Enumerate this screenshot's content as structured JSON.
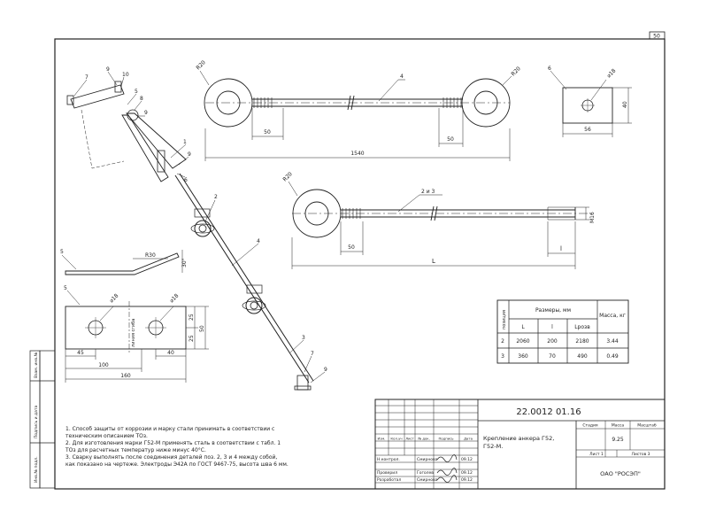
{
  "sheet_number": "50",
  "side_stamps": [
    "Взам. инв.№",
    "Подпись и дата",
    "Инв.№ подл."
  ],
  "top_view": {
    "dims": {
      "r_left": "R20",
      "r_right": "R20",
      "total": "1540",
      "seg_left": "50",
      "seg_right": "50"
    },
    "pos_label": "4"
  },
  "plate_top": {
    "pos": "6",
    "hole": "⌀18",
    "width": "56",
    "height": "40"
  },
  "rod_view": {
    "pos_label": "2 и 3",
    "r": "R20",
    "seg": "50",
    "thread": "М16",
    "L": "L",
    "l": "l"
  },
  "assembly": {
    "labels": [
      "7",
      "9",
      "10",
      "5",
      "8",
      "9",
      "1",
      "9",
      "6",
      "2",
      "4",
      "3",
      "7",
      "9"
    ]
  },
  "bent_plate": {
    "pos": "5",
    "r": "R30",
    "angle": "30°"
  },
  "flat_plate": {
    "pos": "5",
    "hole1": "⌀18",
    "hole2": "⌀18",
    "bend_line": "линия сгиба",
    "dims": {
      "a": "45",
      "b": "100",
      "c": "160",
      "d": "40",
      "h1": "25",
      "h2": "25",
      "h3": "50"
    }
  },
  "size_table": {
    "headers": {
      "pos": "позиция",
      "sizes": "Размеры, мм",
      "mass": "Масса, кг",
      "L": "L",
      "l": "l",
      "lzag": "Lрозв"
    },
    "rows": [
      {
        "pos": "2",
        "L": "2060",
        "l": "200",
        "lzag": "2180",
        "mass": "3.44"
      },
      {
        "pos": "3",
        "L": "360",
        "l": "70",
        "lzag": "490",
        "mass": "0.49"
      }
    ]
  },
  "notes": [
    "1. Способ защиты от коррозии и марку стали принимать в соответствии с",
    "техническим описанием ТОз.",
    "2. Для изготовления марки Г52-М применять сталь в соответствии с табл. 1",
    "ТОз для расчетных температур ниже минус 40°С.",
    "3. Сварку выполнять после соединения деталей поз. 2, 3 и 4 между собой,",
    "как показано на чертеже. Электроды Э42А по ГОСТ 9467-75, высота шва 6 мм."
  ],
  "title_block": {
    "code": "22.0012 01.16",
    "title_line1": "Крепление анкера  Г52,",
    "title_line2": "Г52-М.",
    "stage": "Стадия",
    "mass": "Масса",
    "scale": "Масштаб",
    "mass_value": "9.25",
    "sheet": "Лист 1",
    "sheets": "Листов 3",
    "org": "ОАО \"РОСЭП\"",
    "col_heads": [
      "Изм.",
      "Кол.уч",
      "Лист",
      "№ док.",
      "Подпись",
      "Дата"
    ],
    "roles": [
      {
        "role": "Н.контрол.",
        "name": "Смирнова",
        "date": "09.12"
      },
      {
        "role": "Проверил",
        "name": "Гоголев",
        "date": "09.12"
      },
      {
        "role": "Разработал",
        "name": "Смирнова",
        "date": "09.12"
      }
    ]
  }
}
